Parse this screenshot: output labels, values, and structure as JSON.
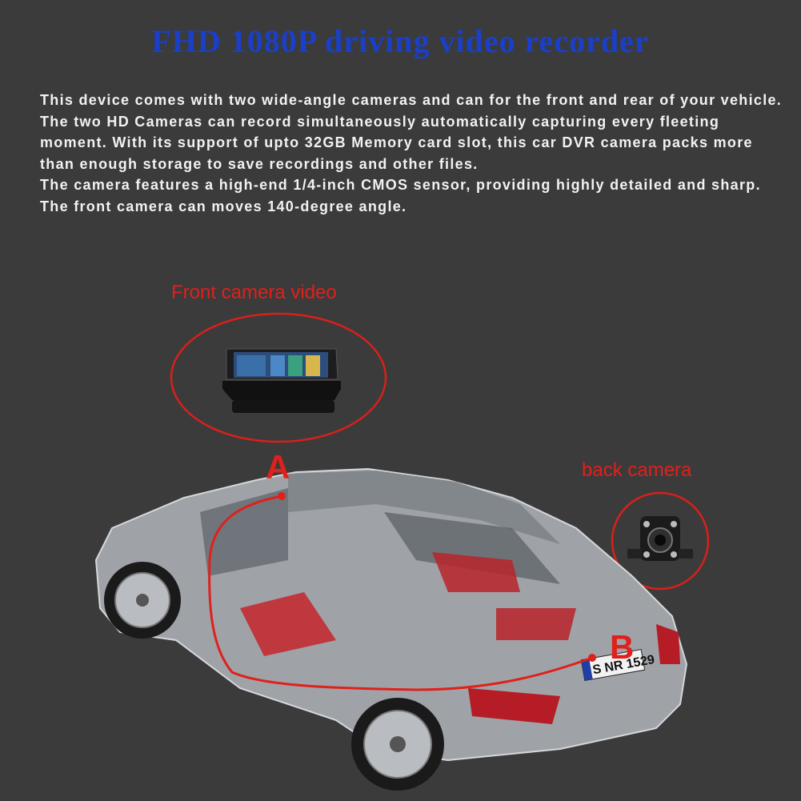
{
  "title": "FHD 1080P driving video recorder",
  "description": {
    "paragraph1": "This device comes with two wide-angle cameras and can for the front and rear of your vehicle. The two HD Cameras can record simultaneously automatically capturing every fleeting moment. With its support of upto 32GB Memory card slot, this car DVR camera packs more than enough storage to save recordings and other files.",
    "paragraph2": "The camera features a high-end 1/4-inch CMOS sensor, providing highly detailed and sharp. The front camera can moves 140-degree angle."
  },
  "labels": {
    "front_camera": "Front camera video",
    "back_camera": "back camera",
    "marker_a": "A",
    "marker_b": "B"
  },
  "license_plate": "S NR 1529",
  "colors": {
    "background": "#3b3b3b",
    "title": "#1a3fc9",
    "accent_red": "#e0201b",
    "text": "#f2f2f2"
  }
}
